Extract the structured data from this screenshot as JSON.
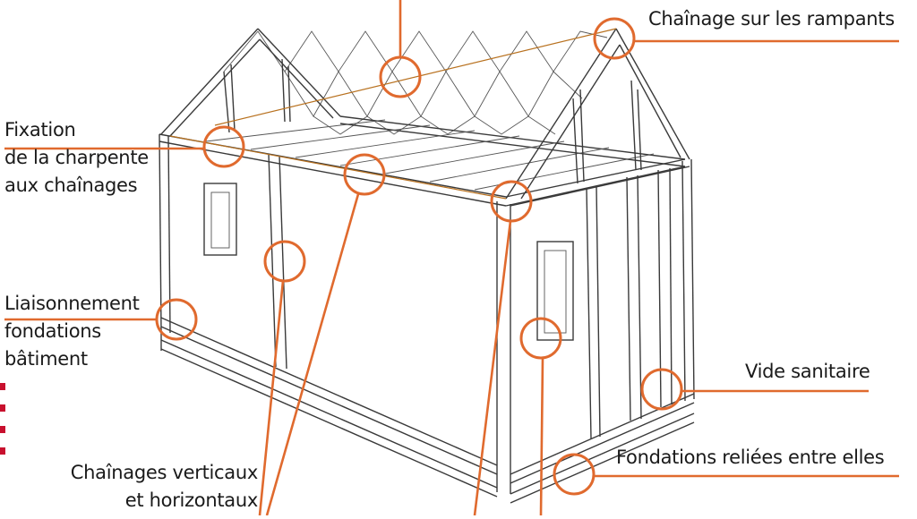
{
  "colors": {
    "accent": "#e06a2e",
    "frame": "#3a3a3a",
    "tie": "#b8711f",
    "edge_mark": "#c8102e"
  },
  "labels": {
    "rampants": "Chaînage sur les rampants",
    "fixation": [
      "Fixation",
      "de la charpente",
      "aux chaînages"
    ],
    "liaisonnement": [
      "Liaisonnement",
      "fondations",
      "bâtiment"
    ],
    "vide_sanitaire": "Vide sanitaire",
    "fondations_reliees": "Fondations reliées entre elles",
    "chainages": [
      "Chaînages verticaux",
      "et horizontaux"
    ]
  }
}
